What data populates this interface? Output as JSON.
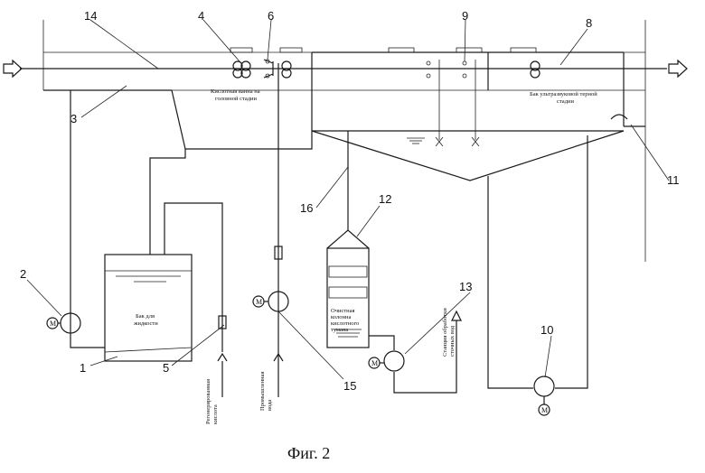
{
  "labels": {
    "n1": "1",
    "n2": "2",
    "n3": "3",
    "n4": "4",
    "n5": "5",
    "n6": "6",
    "n8": "8",
    "n9": "9",
    "n10": "10",
    "n11": "11",
    "n12": "12",
    "n13": "13",
    "n14": "14",
    "n15": "15",
    "n16": "16"
  },
  "motor_symbol": "M",
  "text": {
    "acid_bath": [
      "Кислотная ванна на",
      "головной стадии"
    ],
    "rinse_bath": [
      "Бак ультразвуковой терной",
      "стадии"
    ],
    "liquid_tank": [
      "Бак для",
      "жидкости"
    ],
    "scrubber": [
      "Очистная",
      "колонна",
      "кислотного",
      "тумана"
    ],
    "regen_acid": [
      "Регенерированная",
      "кислота"
    ],
    "process_water": [
      "Промышленная",
      "вода"
    ],
    "wastewater": [
      "Станция обработки",
      "сточных вод"
    ]
  },
  "caption": "Фиг. 2"
}
